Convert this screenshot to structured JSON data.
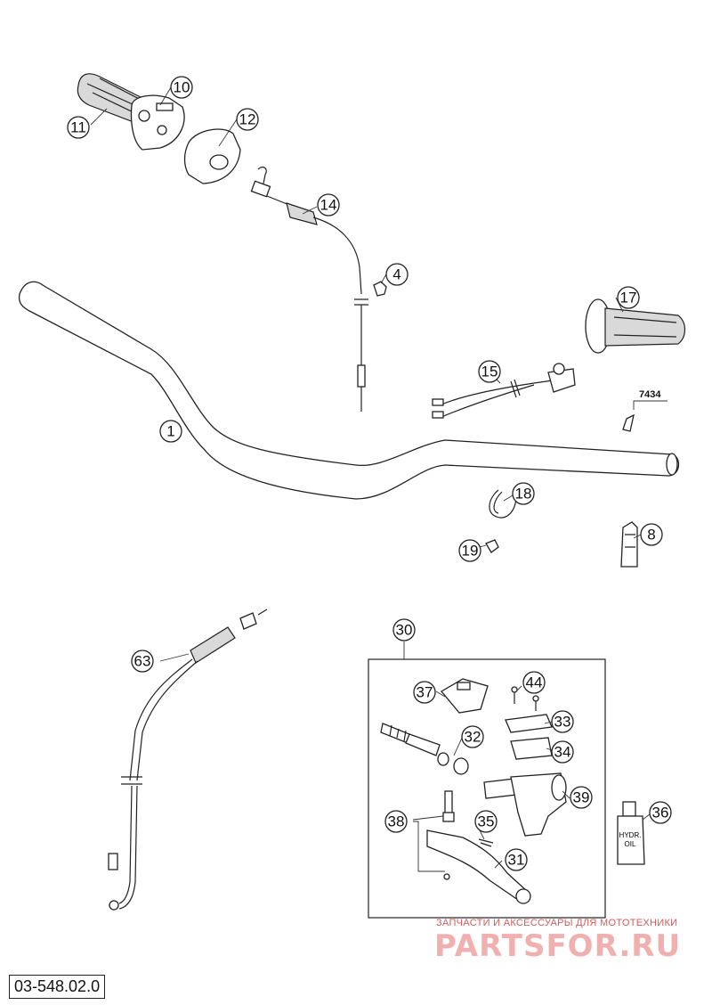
{
  "drawing_number": "03-548.02.0",
  "watermark": {
    "tagline": "ЗАПЧАСТИ И АКСЕССУАРЫ ДЛЯ МОТОТЕХНИКИ",
    "logo": "PARTSFOR.RU"
  },
  "callouts": {
    "c1": "1",
    "c4": "4",
    "c8": "8",
    "c10": "10",
    "c11": "11",
    "c12": "12",
    "c14": "14",
    "c15": "15",
    "c17": "17",
    "c18": "18",
    "c19": "19",
    "c30": "30",
    "c31": "31",
    "c32": "32",
    "c33": "33",
    "c34": "34",
    "c35": "35",
    "c36": "36",
    "c37": "37",
    "c38": "38",
    "c39": "39",
    "c44": "44",
    "c63": "63"
  },
  "reference_7434": "7434",
  "bottle_labels": {
    "hydraulic_oil_line1": "HYDR.",
    "hydraulic_oil_line2": "OIL"
  }
}
